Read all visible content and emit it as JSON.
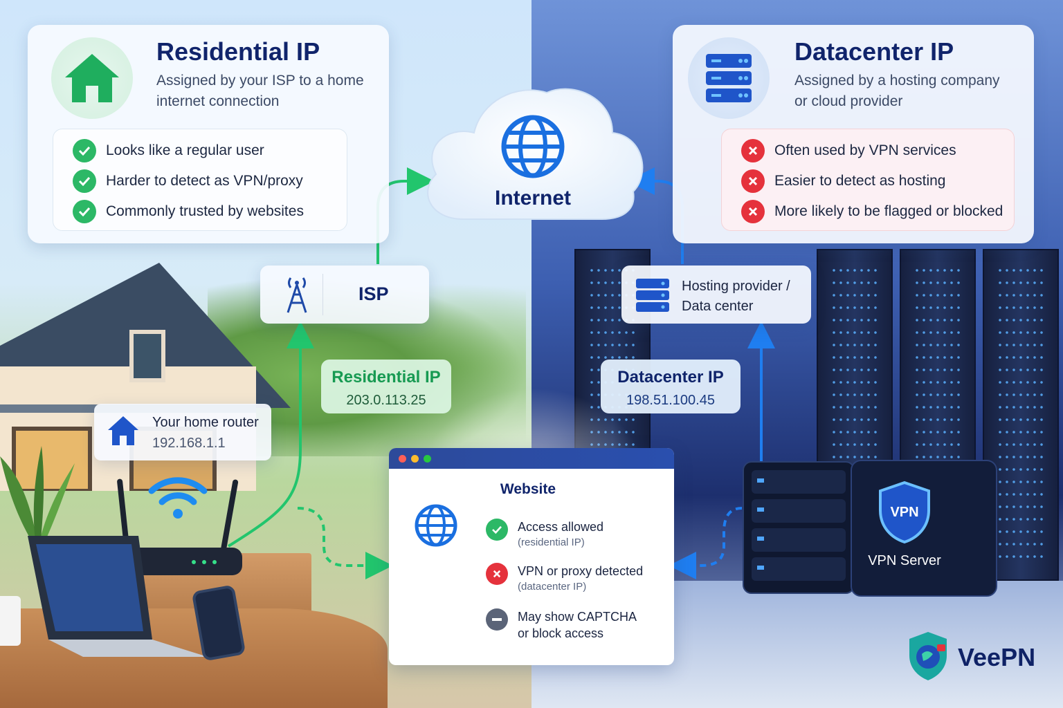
{
  "residential_panel": {
    "title": "Residential IP",
    "subtitle_line1": "Assigned by your ISP to a home",
    "subtitle_line2": "internet connection",
    "benefits": [
      "Looks like a regular user",
      "Harder to detect as VPN/proxy",
      "Commonly trusted by websites"
    ]
  },
  "datacenter_panel": {
    "title": "Datacenter IP",
    "subtitle_line1": "Assigned by a hosting company",
    "subtitle_line2": "or cloud provider",
    "drawbacks": [
      "Often used by VPN services",
      "Easier to detect as hosting",
      "More likely to be flagged or blocked"
    ]
  },
  "internet": {
    "label": "Internet"
  },
  "isp": {
    "label": "ISP"
  },
  "hosting": {
    "line1": "Hosting provider /",
    "line2": "Data center"
  },
  "residential_chip": {
    "title": "Residential IP",
    "value": "203.0.113.25"
  },
  "datacenter_chip": {
    "title": "Datacenter IP",
    "value": "198.51.100.45"
  },
  "router": {
    "title": "Your home router",
    "ip": "192.168.1.1"
  },
  "website": {
    "title": "Website",
    "results": [
      {
        "main": "Access allowed",
        "sub": "(residential IP)",
        "status": "allowed"
      },
      {
        "main": "VPN or proxy detected",
        "sub": "(datacenter IP)",
        "status": "blocked"
      },
      {
        "main": "May show CAPTCHA",
        "sub": "or block access",
        "status": "neutral"
      }
    ]
  },
  "vpn_server": {
    "shield_text": "VPN",
    "label": "VPN Server"
  },
  "brand": {
    "name": "VeePN"
  },
  "colors": {
    "green": "#2cb866",
    "red": "#e5323c",
    "blue": "#1f6fe0",
    "navy": "#10246b",
    "neutral": "#5b6478"
  }
}
